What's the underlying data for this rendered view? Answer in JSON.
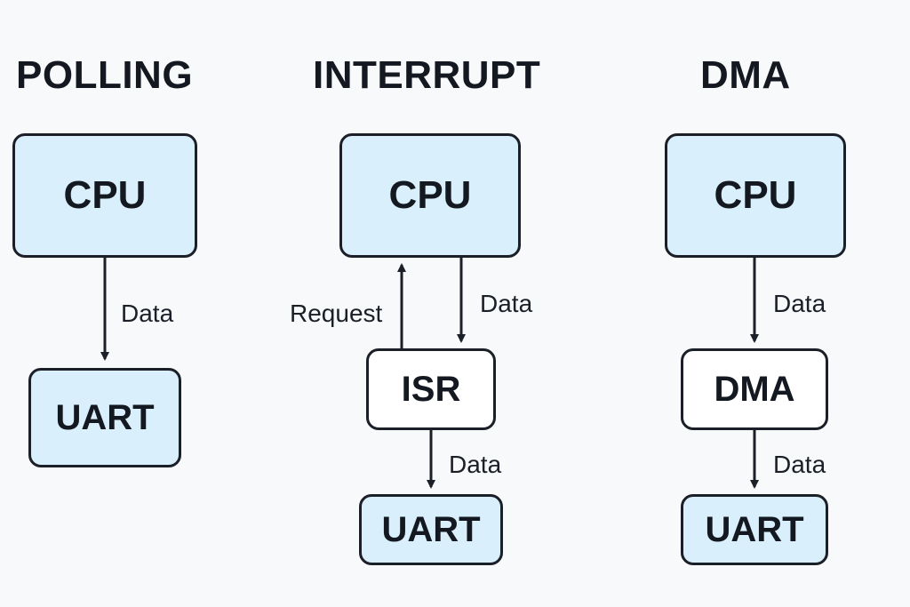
{
  "colors": {
    "background": "#f8f9fb",
    "box_blue": "#d9effb",
    "box_white": "#ffffff",
    "stroke": "#1b1f27"
  },
  "polling": {
    "title": "POLLING",
    "cpu": "CPU",
    "uart": "UART",
    "data": "Data"
  },
  "interrupt": {
    "title": "INTERRUPT",
    "cpu": "CPU",
    "isr": "ISR",
    "uart": "UART",
    "request": "Request",
    "data_cpu_isr": "Data",
    "data_isr_uart": "Data"
  },
  "dma": {
    "title": "DMA",
    "cpu": "CPU",
    "dma": "DMA",
    "uart": "UART",
    "data_cpu_dma": "Data",
    "data_dma_uart": "Data"
  }
}
